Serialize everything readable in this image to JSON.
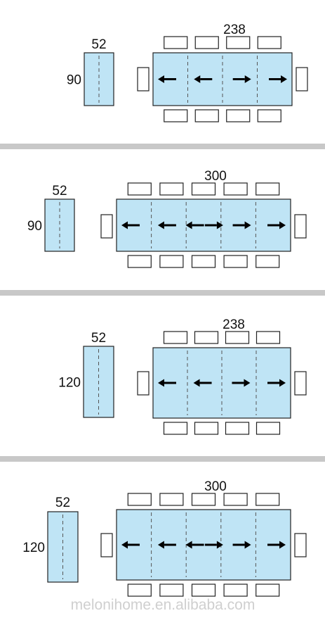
{
  "colors": {
    "table_fill": "#bfe4f5",
    "stroke": "#222222",
    "divider": "#c8c8c8",
    "chair_fill": "#ffffff",
    "arrow": "#000000"
  },
  "panels": [
    {
      "folded_width": "52",
      "depth": "90",
      "extended_length": "238",
      "top_chairs": 4,
      "bottom_chairs": 4,
      "leaves": 3,
      "arrows": [
        "left",
        "left",
        "right",
        "right"
      ]
    },
    {
      "folded_width": "52",
      "depth": "90",
      "extended_length": "300",
      "top_chairs": 5,
      "bottom_chairs": 5,
      "leaves": 4,
      "arrows": [
        "left",
        "left",
        "left",
        "right",
        "right",
        "right"
      ]
    },
    {
      "folded_width": "52",
      "depth": "120",
      "extended_length": "238",
      "top_chairs": 4,
      "bottom_chairs": 4,
      "leaves": 3,
      "arrows": [
        "left",
        "left",
        "right",
        "right"
      ]
    },
    {
      "folded_width": "52",
      "depth": "120",
      "extended_length": "300",
      "top_chairs": 5,
      "bottom_chairs": 5,
      "leaves": 4,
      "arrows": [
        "left",
        "left",
        "left",
        "right",
        "right",
        "right"
      ]
    }
  ],
  "watermark": "melonihome.en.alibaba.com"
}
